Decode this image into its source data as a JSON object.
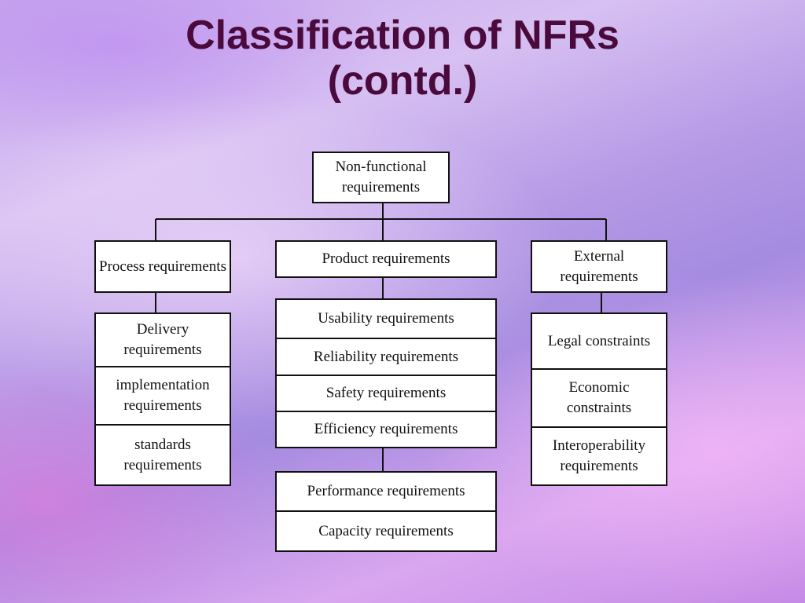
{
  "slide": {
    "title_line1": "Classification of NFRs",
    "title_line2": "(contd.)"
  },
  "diagram": {
    "root": "Non-functional requirements",
    "branches": {
      "process": {
        "label": "Process requirements",
        "children": [
          "Delivery requirements",
          "implementation requirements",
          "standards requirements"
        ]
      },
      "product": {
        "label": "Product requirements",
        "children": [
          "Usability requirements",
          "Reliability requirements",
          "Safety requirements",
          "Efficiency requirements"
        ],
        "sub_children": [
          "Performance requirements",
          "Capacity requirements"
        ]
      },
      "external": {
        "label": "External requirements",
        "children": [
          "Legal constraints",
          "Economic constraints",
          "Interoperability requirements"
        ]
      }
    }
  }
}
